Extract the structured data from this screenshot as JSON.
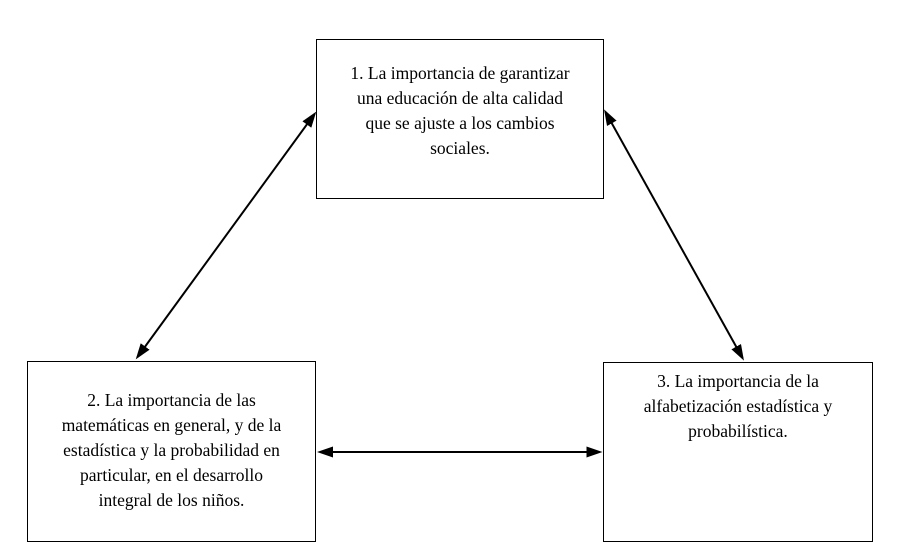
{
  "diagram": {
    "type": "concept-triangle",
    "background_color": "#ffffff",
    "box_border_color": "#000000",
    "arrow_color": "#000000",
    "text_color": "#000000",
    "nodes": [
      {
        "id": "1",
        "text": "1. La importancia de garantizar\nuna educación de alta calidad\nque se ajuste a los cambios\nsociales.",
        "position": "top-center"
      },
      {
        "id": "2",
        "text": "2. La importancia de las\nmatemáticas en general, y de la\nestadística y la probabilidad en\nparticular, en el desarrollo\nintegral de los niños.",
        "position": "bottom-left"
      },
      {
        "id": "3",
        "text": "3. La importancia de la\nalfabetización estadística y\nprobabilística.",
        "position": "bottom-right"
      }
    ],
    "edges": [
      {
        "from": "1",
        "to": "2",
        "style": "double-headed-arrow"
      },
      {
        "from": "1",
        "to": "3",
        "style": "double-headed-arrow"
      },
      {
        "from": "2",
        "to": "3",
        "style": "double-headed-arrow"
      }
    ]
  }
}
